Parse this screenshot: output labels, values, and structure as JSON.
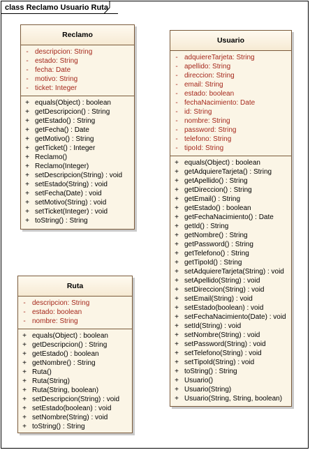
{
  "diagram": {
    "title": "class Reclamo Usuario Ruta"
  },
  "classes": {
    "reclamo": {
      "name": "Reclamo",
      "attributes": [
        {
          "vis": "-",
          "text": "descripcion:  String"
        },
        {
          "vis": "-",
          "text": "estado:  String"
        },
        {
          "vis": "-",
          "text": "fecha:  Date"
        },
        {
          "vis": "-",
          "text": "motivo:  String"
        },
        {
          "vis": "-",
          "text": "ticket:  Integer"
        }
      ],
      "operations": [
        {
          "vis": "+",
          "text": "equals(Object) : boolean"
        },
        {
          "vis": "+",
          "text": "getDescripcion() : String"
        },
        {
          "vis": "+",
          "text": "getEstado() : String"
        },
        {
          "vis": "+",
          "text": "getFecha() : Date"
        },
        {
          "vis": "+",
          "text": "getMotivo() : String"
        },
        {
          "vis": "+",
          "text": "getTicket() : Integer"
        },
        {
          "vis": "+",
          "text": "Reclamo()"
        },
        {
          "vis": "+",
          "text": "Reclamo(Integer)"
        },
        {
          "vis": "+",
          "text": "setDescripcion(String) : void"
        },
        {
          "vis": "+",
          "text": "setEstado(String) : void"
        },
        {
          "vis": "+",
          "text": "setFecha(Date) : void"
        },
        {
          "vis": "+",
          "text": "setMotivo(String) : void"
        },
        {
          "vis": "+",
          "text": "setTicket(Integer) : void"
        },
        {
          "vis": "+",
          "text": "toString() : String"
        }
      ]
    },
    "ruta": {
      "name": "Ruta",
      "attributes": [
        {
          "vis": "-",
          "text": "descripcion:  String"
        },
        {
          "vis": "-",
          "text": "estado:  boolean"
        },
        {
          "vis": "-",
          "text": "nombre:  String"
        }
      ],
      "operations": [
        {
          "vis": "+",
          "text": "equals(Object) : boolean"
        },
        {
          "vis": "+",
          "text": "getDescripcion() : String"
        },
        {
          "vis": "+",
          "text": "getEstado() : boolean"
        },
        {
          "vis": "+",
          "text": "getNombre() : String"
        },
        {
          "vis": "+",
          "text": "Ruta()"
        },
        {
          "vis": "+",
          "text": "Ruta(String)"
        },
        {
          "vis": "+",
          "text": "Ruta(String, boolean)"
        },
        {
          "vis": "+",
          "text": "setDescripcion(String) : void"
        },
        {
          "vis": "+",
          "text": "setEstado(boolean) : void"
        },
        {
          "vis": "+",
          "text": "setNombre(String) : void"
        },
        {
          "vis": "+",
          "text": "toString() : String"
        }
      ]
    },
    "usuario": {
      "name": "Usuario",
      "attributes": [
        {
          "vis": "-",
          "text": "adquiereTarjeta:  String"
        },
        {
          "vis": "-",
          "text": "apellido:  String"
        },
        {
          "vis": "-",
          "text": "direccion:  String"
        },
        {
          "vis": "-",
          "text": "email:  String"
        },
        {
          "vis": "-",
          "text": "estado:  boolean"
        },
        {
          "vis": "-",
          "text": "fechaNacimiento:  Date"
        },
        {
          "vis": "-",
          "text": "id:  String"
        },
        {
          "vis": "-",
          "text": "nombre:  String"
        },
        {
          "vis": "-",
          "text": "password:  String"
        },
        {
          "vis": "-",
          "text": "telefono:  String"
        },
        {
          "vis": "-",
          "text": "tipoId:  String"
        }
      ],
      "operations": [
        {
          "vis": "+",
          "text": "equals(Object) : boolean"
        },
        {
          "vis": "+",
          "text": "getAdquiereTarjeta() : String"
        },
        {
          "vis": "+",
          "text": "getApellido() : String"
        },
        {
          "vis": "+",
          "text": "getDireccion() : String"
        },
        {
          "vis": "+",
          "text": "getEmail() : String"
        },
        {
          "vis": "+",
          "text": "getEstado() : boolean"
        },
        {
          "vis": "+",
          "text": "getFechaNacimiento() : Date"
        },
        {
          "vis": "+",
          "text": "getId() : String"
        },
        {
          "vis": "+",
          "text": "getNombre() : String"
        },
        {
          "vis": "+",
          "text": "getPassword() : String"
        },
        {
          "vis": "+",
          "text": "getTelefono() : String"
        },
        {
          "vis": "+",
          "text": "getTipoId() : String"
        },
        {
          "vis": "+",
          "text": "setAdquiereTarjeta(String) : void"
        },
        {
          "vis": "+",
          "text": "setApellido(String) : void"
        },
        {
          "vis": "+",
          "text": "setDireccion(String) : void"
        },
        {
          "vis": "+",
          "text": "setEmail(String) : void"
        },
        {
          "vis": "+",
          "text": "setEstado(boolean) : void"
        },
        {
          "vis": "+",
          "text": "setFechaNacimiento(Date) : void"
        },
        {
          "vis": "+",
          "text": "setId(String) : void"
        },
        {
          "vis": "+",
          "text": "setNombre(String) : void"
        },
        {
          "vis": "+",
          "text": "setPassword(String) : void"
        },
        {
          "vis": "+",
          "text": "setTelefono(String) : void"
        },
        {
          "vis": "+",
          "text": "setTipoId(String) : void"
        },
        {
          "vis": "+",
          "text": "toString() : String"
        },
        {
          "vis": "+",
          "text": "Usuario()"
        },
        {
          "vis": "+",
          "text": "Usuario(String)"
        },
        {
          "vis": "+",
          "text": "Usuario(String, String, boolean)"
        }
      ]
    }
  },
  "colors": {
    "attribute_text": "#a5281c",
    "class_fill": "#fbf5e6",
    "class_border": "#7a5a3a"
  }
}
